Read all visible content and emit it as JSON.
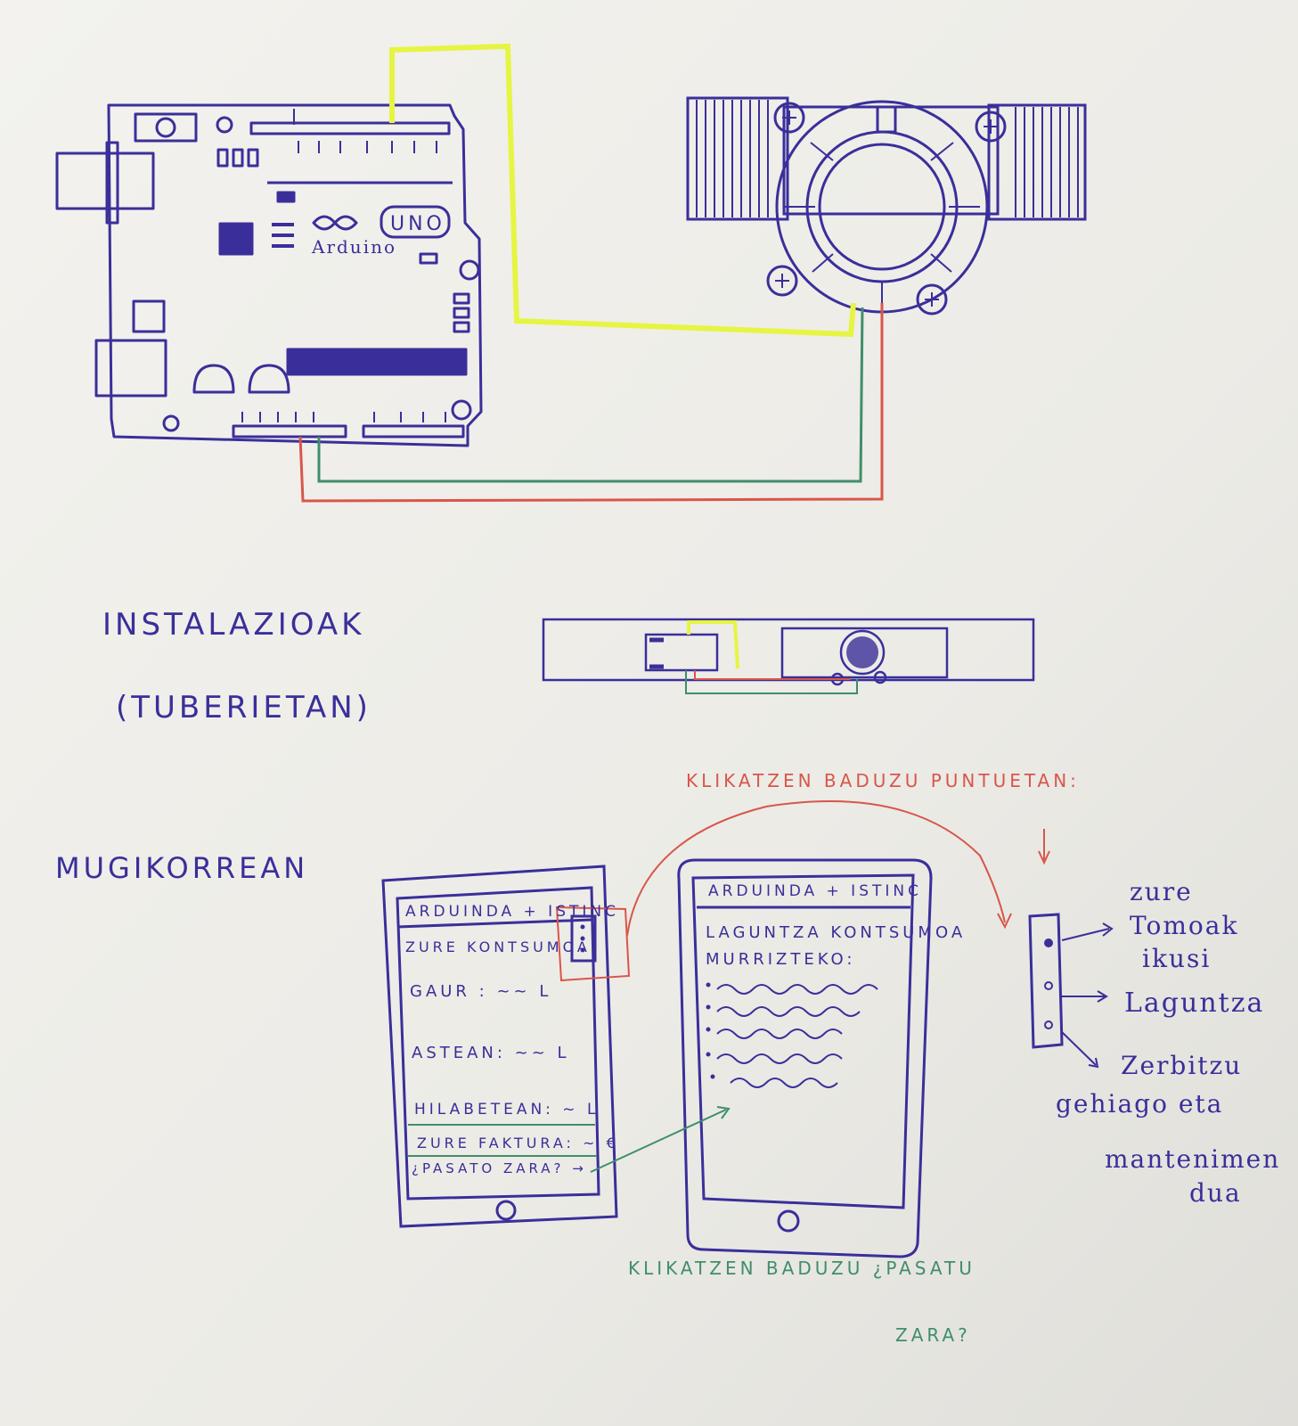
{
  "board": {
    "brand": "Arduino",
    "model": "UNO"
  },
  "labels": {
    "installations": "INSTALAZIOAK",
    "installations_sub": "(TUBERIETAN)",
    "mobile": "MUGIKORREAN",
    "click_dots": "KLIKATZEN BADUZU PUNTUETAN:",
    "click_passed_1": "KLIKATZEN BADUZU ¿PASATU",
    "click_passed_2": "ZARA?"
  },
  "phone1": {
    "title": "ARDUINDA + ISTINC",
    "consumption": "ZURE KONTSUMOA:",
    "today": "GAUR : ~~ L",
    "week": "ASTEAN: ~~ L",
    "month": "HILABETEAN: ~ L",
    "bill": "ZURE FAKTURA: ~ €",
    "passed": "¿PASATO ZARA? →"
  },
  "phone2": {
    "title": "ARDUINDA + ISTINC",
    "help_line1": "LAGUNTZA KONTSUMOA",
    "help_line2": "MURRIZTEKO:"
  },
  "menu": {
    "item1_l1": "zure",
    "item1_l2": "Tomoak",
    "item1_l3": "ikusi",
    "item2": "Laguntza",
    "item3_l1": "Zerbitzu",
    "item3_l2": "gehiago eta",
    "item3_l3": "mantenimen",
    "item3_l4": "dua"
  },
  "colors": {
    "ink": "#3a2f9a",
    "yellow_wire": "#e6f542",
    "green_wire": "#3f8e6a",
    "red_wire": "#d8564a",
    "paper": "#ecebe6"
  }
}
